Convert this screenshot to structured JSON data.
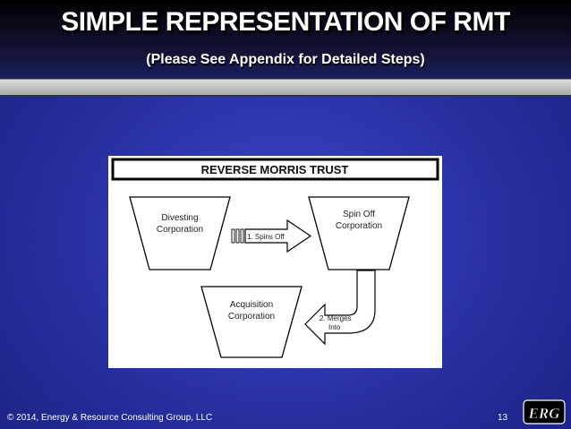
{
  "slide": {
    "title": "SIMPLE REPRESENTATION OF RMT",
    "subtitle": "(Please See Appendix for Detailed Steps)"
  },
  "diagram": {
    "heading": "REVERSE MORRIS TRUST",
    "nodes": {
      "divesting": [
        "Divesting",
        "Corporation"
      ],
      "spinoff": [
        "Spin Off",
        "Corporation"
      ],
      "acquisition": [
        "Acquisition",
        "Corporation"
      ]
    },
    "arrows": {
      "spins_off": "1. Spins Off",
      "merges_into": [
        "2. Merges",
        "Into"
      ]
    }
  },
  "footer": {
    "copyright": "© 2014, Energy & Resource Consulting Group, LLC",
    "page_number": "13",
    "logo_text": "ERG"
  }
}
